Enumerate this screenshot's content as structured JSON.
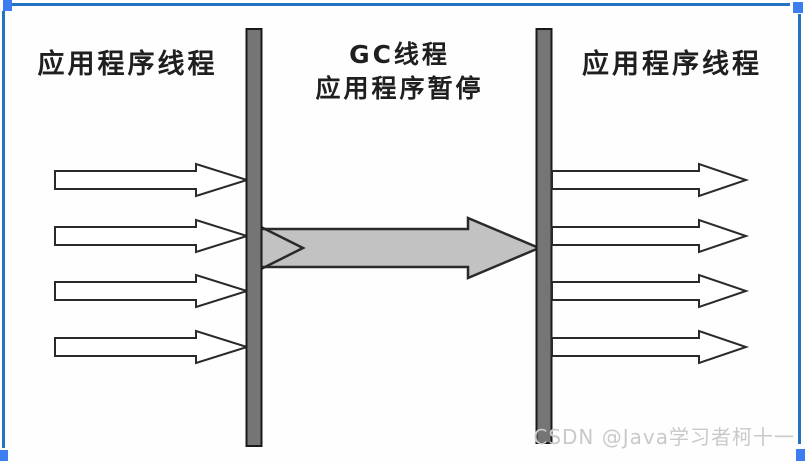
{
  "diagram": {
    "left_section": {
      "label": "应用程序线程",
      "arrow_count": 4
    },
    "middle_section": {
      "label_line1": "GC线程",
      "label_line2": "应用程序暂停",
      "arrow_count": 1
    },
    "right_section": {
      "label": "应用程序线程",
      "arrow_count": 4
    }
  },
  "colors": {
    "barrier_fill": "#757575",
    "thread_arrow_fill": "#ffffff",
    "gc_arrow_fill": "#c2c2c2",
    "outline": "#2a2a2a",
    "selection_border_blue": "#2273c4",
    "selection_handle_blue": "#3c7ef2",
    "watermark_gray": "#c9c9c9"
  },
  "watermark": {
    "text": "CSDN @Java学习者柯十一"
  }
}
